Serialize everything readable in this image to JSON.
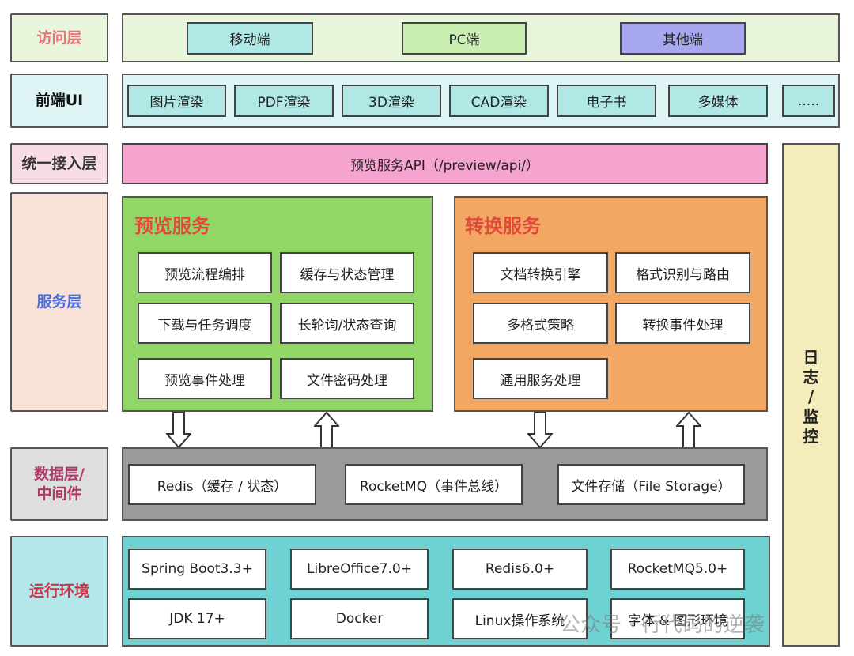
{
  "layers": {
    "access": "访问层",
    "frontend": "前端UI",
    "gateway": "统一接入层",
    "service": "服务层",
    "data": "数据层/\n中间件",
    "runtime": "运行环境"
  },
  "access_items": [
    "移动端",
    "PC端",
    "其他端"
  ],
  "frontend_items": [
    "图片渲染",
    "PDF渲染",
    "3D渲染",
    "CAD渲染",
    "电子书",
    "多媒体",
    "....."
  ],
  "gateway_api": "预览服务API（/preview/api/）",
  "preview_service": {
    "title": "预览服务",
    "items": [
      "预览流程编排",
      "缓存与状态管理",
      "下载与任务调度",
      "长轮询/状态查询",
      "预览事件处理",
      "文件密码处理"
    ]
  },
  "convert_service": {
    "title": "转换服务",
    "items": [
      "文档转换引擎",
      "格式识别与路由",
      "多格式策略",
      "转换事件处理",
      "通用服务处理"
    ]
  },
  "data_items": [
    "Redis（缓存 / 状态）",
    "RocketMQ（事件总线）",
    "文件存储（File Storage）"
  ],
  "runtime_items": [
    "Spring Boot3.3+",
    "LibreOffice7.0+",
    "Redis6.0+",
    "RocketMQ5.0+",
    "JDK 17+",
    "Docker",
    "Linux操作系统",
    "字体 & 图形环境"
  ],
  "side_panel": [
    "日",
    "志",
    "/",
    "监",
    "控"
  ],
  "watermark": "公众号 · 行代码的逆袭",
  "colors": {
    "access_bg": "#eaf6dc",
    "frontend_bg": "#dff4f5",
    "gateway_bg": "#f5a3cf",
    "preview_bg": "#92d667",
    "convert_bg": "#f2a863",
    "data_bg": "#9a9a9a",
    "runtime_bg": "#6fd2d2",
    "side_bg": "#f5ecbc",
    "title_red": "#e14a3a"
  }
}
